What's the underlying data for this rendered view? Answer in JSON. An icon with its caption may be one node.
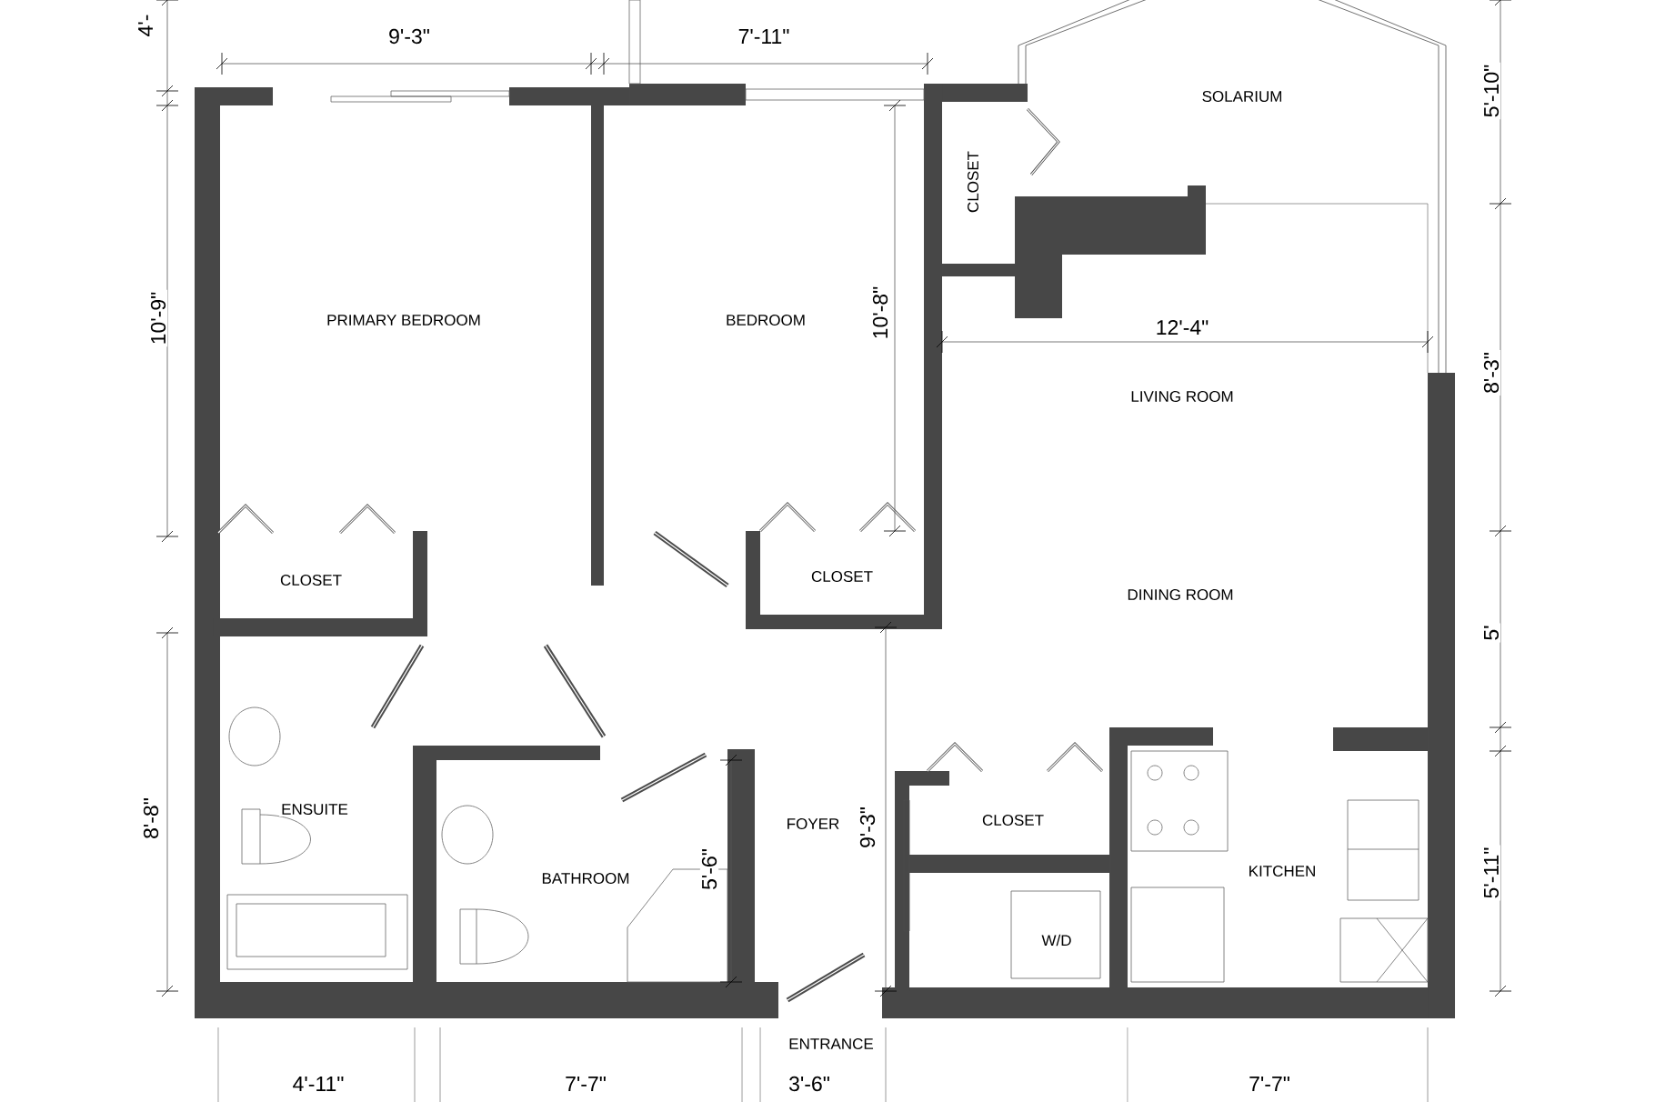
{
  "diagram": {
    "labels": [
      "4'-",
      "9'-3\"",
      "7'-11\"",
      "SOLARIUM",
      "5'-10\"",
      "CLOSET",
      "10'-9\"",
      "PRIMARY BEDROOM",
      "BEDROOM",
      "10'-8\"",
      "12'-4\"",
      "8'-3\"",
      "LIVING ROOM",
      "CLOSET",
      "CLOSET",
      "DINING ROOM",
      "5'",
      "8'-8\"",
      "ENSUITE",
      "FOYER",
      "9'-3\"",
      "CLOSET",
      "5'-11\"",
      "BATHROOM",
      "5'-6\"",
      "KITCHEN",
      "W/D",
      "ENTRANCE",
      "4'-11\"",
      "7'-7\"",
      "3'-6\"",
      "7'-7\""
    ]
  }
}
